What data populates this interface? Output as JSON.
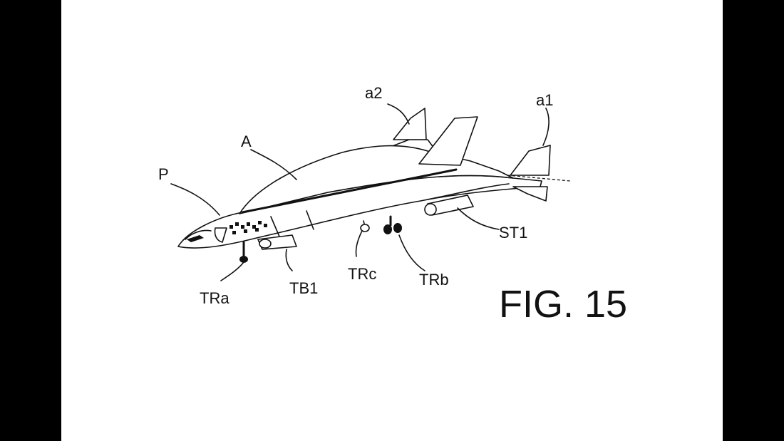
{
  "figure": {
    "caption": "FIG. 15",
    "labels": {
      "P": "P",
      "A": "A",
      "a1": "a1",
      "a2": "a2",
      "ST1": "ST1",
      "TRa": "TRa",
      "TB1": "TB1",
      "TRc": "TRc",
      "TRb": "TRb"
    }
  },
  "colors": {
    "background": "#ffffff",
    "side_bars": "#000000",
    "ink": "#111111"
  }
}
